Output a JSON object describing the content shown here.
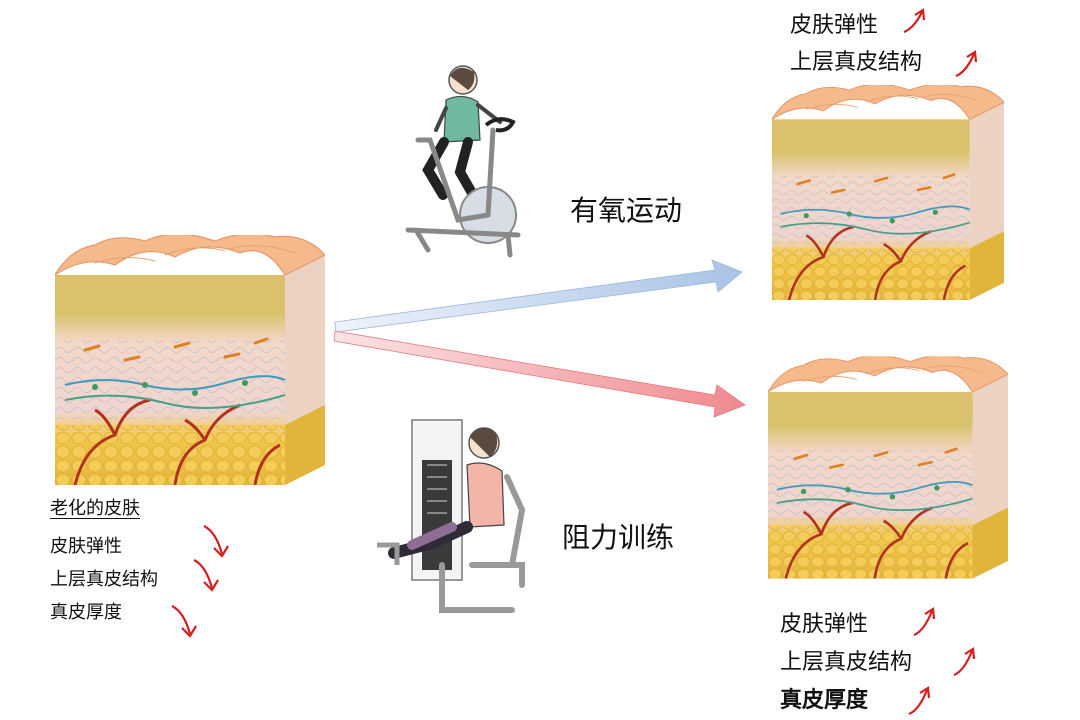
{
  "top_right": {
    "line1": "皮肤弹性",
    "line2": "上层真皮结构"
  },
  "aged_skin": {
    "title": "老化的皮肤",
    "items": [
      "皮肤弹性",
      "上层真皮结构",
      "真皮厚度"
    ],
    "trend": "down"
  },
  "aerobic": {
    "label": "有氧运动",
    "arrow_color": "#a9c3e6"
  },
  "resistance": {
    "label": "阻力训练",
    "arrow_color": "#ef8a8f"
  },
  "bottom_right": {
    "items": [
      "皮肤弹性",
      "上层真皮结构",
      "真皮厚度"
    ],
    "trend": "up"
  },
  "colors": {
    "trend_arrow": "#d21f1f",
    "epidermis": "#f6b98b",
    "fat": "#f2c94c"
  }
}
